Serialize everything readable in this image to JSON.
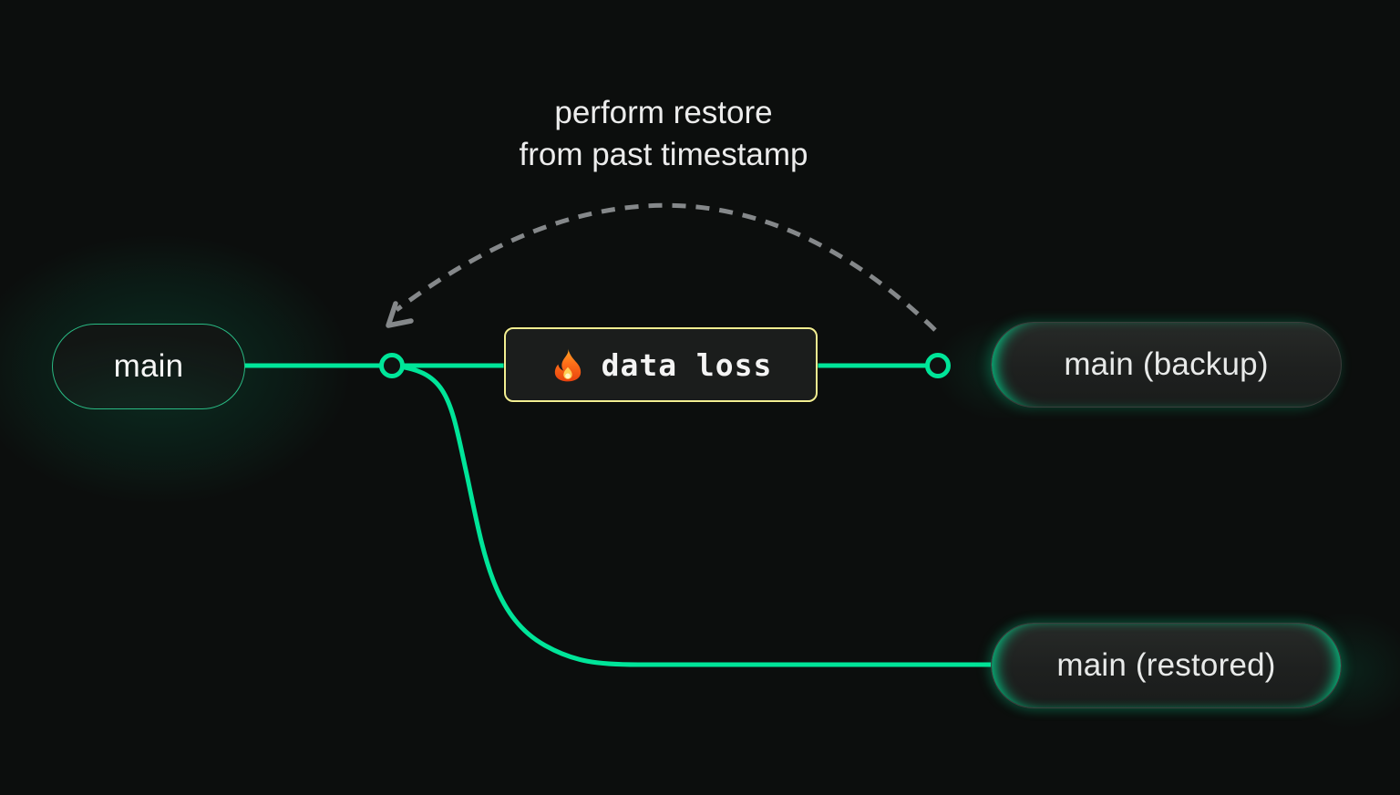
{
  "annotation": {
    "line1": "perform restore",
    "line2": "from past timestamp"
  },
  "branches": {
    "main": "main",
    "backup": "main (backup)",
    "restored": "main (restored)"
  },
  "event": {
    "label": "data loss",
    "icon": "fire-icon"
  },
  "colors": {
    "background": "#0c0e0d",
    "accent_green": "#00e599",
    "warning_yellow": "#f2ee91",
    "dashed_gray": "#85888a",
    "text_primary": "#ececec"
  }
}
